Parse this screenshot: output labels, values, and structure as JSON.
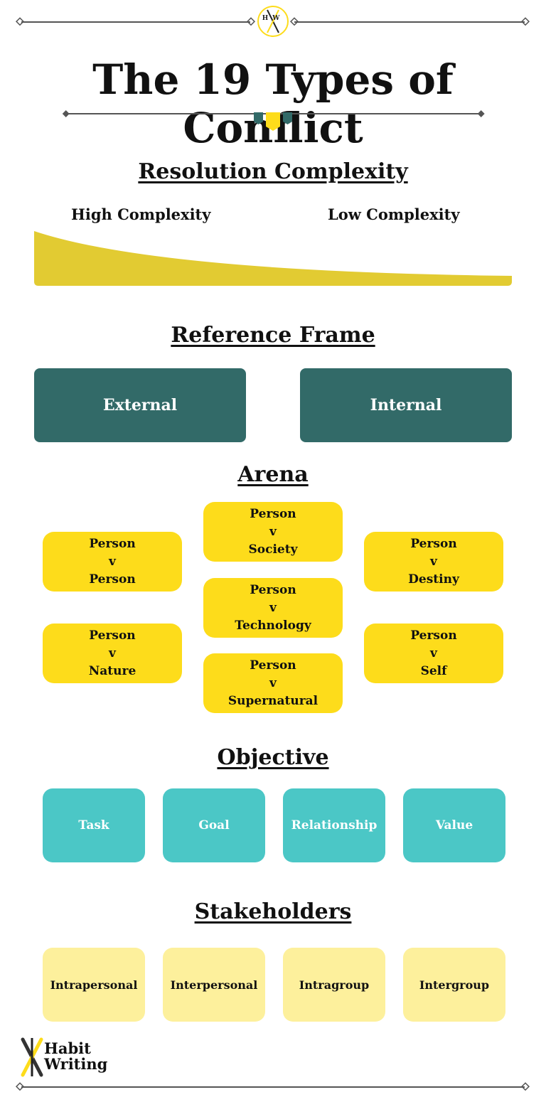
{
  "header": {
    "title": "The 19 Types of Conflict",
    "seal_text": "HW"
  },
  "colors": {
    "accent_yellow": "#fddc1b",
    "complexity_yellow": "#e2cb32",
    "dark_teal": "#326a68",
    "aqua": "#4bc7c6",
    "pale_yellow": "#fdf09c",
    "line_gray": "#555555"
  },
  "resolution": {
    "title": "Resolution Complexity",
    "high_label": "High Complexity",
    "low_label": "Low Complexity"
  },
  "reference_frame": {
    "title": "Reference Frame",
    "items": [
      "External",
      "Internal"
    ]
  },
  "arena": {
    "title": "Arena",
    "person_v_person": {
      "l1": "Person",
      "l2": "v",
      "l3": "Person"
    },
    "person_v_nature": {
      "l1": "Person",
      "l2": "v",
      "l3": "Nature"
    },
    "person_v_society": {
      "l1": "Person",
      "l2": "v",
      "l3": "Society"
    },
    "person_v_technology": {
      "l1": "Person",
      "l2": "v",
      "l3": "Technology"
    },
    "person_v_supernatural": {
      "l1": "Person",
      "l2": "v",
      "l3": "Supernatural"
    },
    "person_v_destiny": {
      "l1": "Person",
      "l2": "v",
      "l3": "Destiny"
    },
    "person_v_self": {
      "l1": "Person",
      "l2": "v",
      "l3": "Self"
    }
  },
  "objective": {
    "title": "Objective",
    "items": [
      "Task",
      "Goal",
      "Relationship",
      "Value"
    ]
  },
  "stakeholders": {
    "title": "Stakeholders",
    "items": [
      "Intrapersonal",
      "Interpersonal",
      "Intragroup",
      "Intergroup"
    ]
  },
  "footer": {
    "logo_line1": "Habit",
    "logo_line2": "Writing",
    "logo_icon": "crossed-pens-icon"
  }
}
